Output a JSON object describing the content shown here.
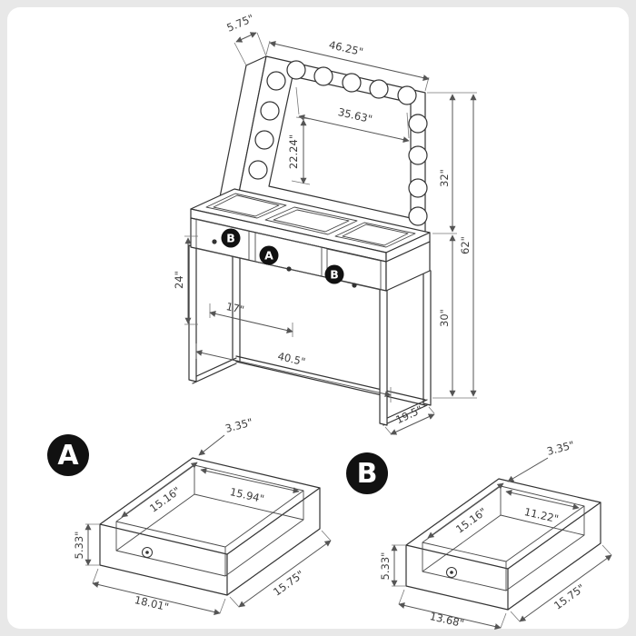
{
  "colors": {
    "background": "#e8e8e8",
    "surface": "#ffffff",
    "line": "#333333",
    "callout_fill": "#111111"
  },
  "main_view": {
    "dims": {
      "frame_depth": "5.75\"",
      "mirror_width": "46.25\"",
      "glass_width": "35.63\"",
      "glass_height": "22.24\"",
      "mirror_height": "32\"",
      "overall_height": "62\"",
      "table_height": "30\"",
      "clearance_height": "24\"",
      "knee_width": "17\"",
      "table_width": "40.5\"",
      "table_depth": "19.5\""
    },
    "drawer_callouts": [
      "B",
      "A",
      "B"
    ]
  },
  "drawer_a": {
    "callout": "A",
    "dims": {
      "side_height": "3.35\"",
      "inner_depth": "15.16\"",
      "inner_width": "15.94\"",
      "front_height": "5.33\"",
      "width": "18.01\"",
      "depth": "15.75\""
    }
  },
  "drawer_b": {
    "callout": "B",
    "dims": {
      "side_height": "3.35\"",
      "inner_depth": "15.16\"",
      "inner_width": "11.22\"",
      "front_height": "5.33\"",
      "width": "13.68\"",
      "depth": "15.75\""
    }
  }
}
